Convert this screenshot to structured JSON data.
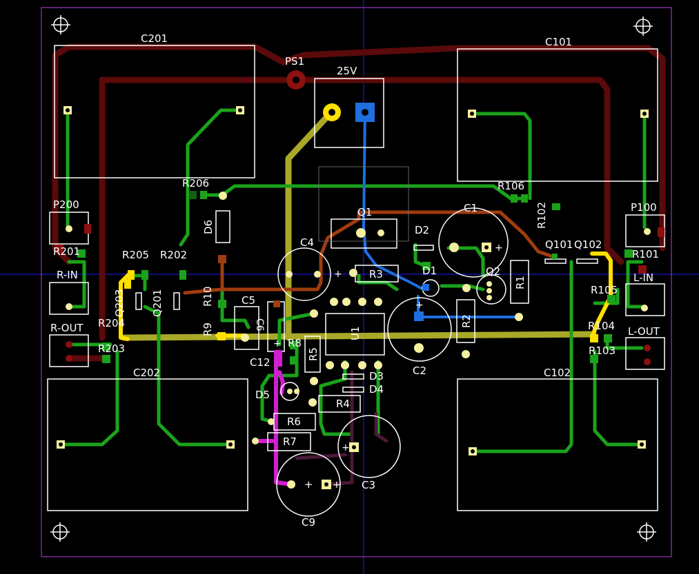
{
  "colors": {
    "background": "#000000",
    "outline": "#7a2a9a",
    "silkscreen": "#ffffff",
    "track_green": "#1aa31a",
    "track_darkred": "#5a0a0a",
    "track_olive": "#a9a928",
    "track_blue": "#1e6fe0",
    "track_orange": "#a03c0e",
    "track_yellow": "#ffe000",
    "track_magenta": "#d21ed2",
    "track_purple": "#4a1838",
    "pad": "#f5efa0",
    "crosshair": "#2020ff"
  },
  "icons": {
    "mounting_hole": "crosshair-circle-icon",
    "polarity_mark": "plus-sign-icon"
  },
  "labels": {
    "c201": "C201",
    "c101": "C101",
    "ps1": "PS1",
    "v25": "25V",
    "r206": "R206",
    "r106": "R106",
    "r102": "R102",
    "p200": "P200",
    "p100": "P100",
    "d6": "D6",
    "q1": "Q1",
    "c1": "C1",
    "d2": "D2",
    "r201": "R201",
    "r205": "R205",
    "r202": "R202",
    "c4": "C4",
    "q101": "Q101",
    "q102": "Q102",
    "r101": "R101",
    "r_in": "R-IN",
    "r3": "R3",
    "d1": "D1",
    "q2": "Q2",
    "r1": "R1",
    "l_in": "L-IN",
    "q203": "Q203",
    "q201": "Q201",
    "r10": "R10",
    "c5": "C5",
    "r105": "R105",
    "r_out": "R-OUT",
    "r204": "R204",
    "r9": "R9",
    "c6": "C6",
    "u1": "U1",
    "r2": "R2",
    "r104": "R104",
    "l_out": "L-OUT",
    "r203": "R203",
    "r8": "R8",
    "r5": "R5",
    "c2": "C2",
    "r103": "R103",
    "c12": "C12",
    "c202": "C202",
    "d3": "D3",
    "c102": "C102",
    "d4": "D4",
    "d5": "D5",
    "r4": "R4",
    "r6": "R6",
    "r7": "R7",
    "c3": "C3",
    "c9": "C9",
    "plus": "+"
  }
}
